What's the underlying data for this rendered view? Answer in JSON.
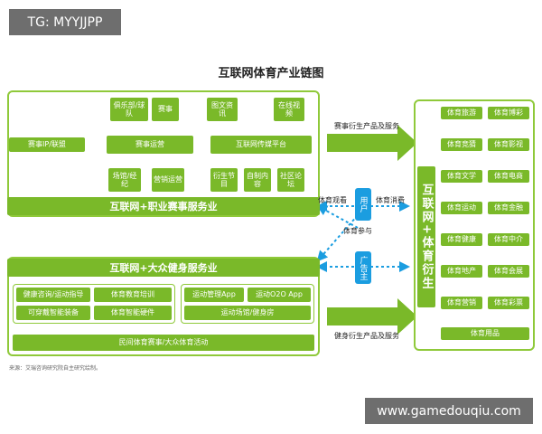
{
  "watermark_tag": "TG: MYYJJPP",
  "site_tag": "www.gamedouqiu.com",
  "diagram_title": "互联网体育产业链图",
  "top_section": {
    "boxes": [
      "俱乐部/球队",
      "赛事",
      "赛事IP/联盟",
      "赛事运营",
      "场馆/经纪",
      "营销运营",
      "图文资讯",
      "在线视频",
      "互联网传媒平台",
      "衍生节目",
      "自制内容",
      "社区论坛"
    ],
    "bar": "互联网+职业赛事服务业"
  },
  "bottom_section": {
    "bar": "互联网+大众健身服务业",
    "boxes": [
      "健康咨询/运动指导",
      "体育教育培训",
      "可穿戴智能装备",
      "体育智能硬件",
      "运动管理App",
      "运动O2O App",
      "运动场馆/健身房",
      "民间体育赛事/大众体育活动"
    ]
  },
  "center": {
    "user_node": "用户",
    "gov_node": "广告主",
    "labels": [
      "体育观看",
      "体育消费",
      "体育参与"
    ]
  },
  "arrows": {
    "top_label": "赛事衍生产品及服务",
    "bottom_label": "健身衍生产品及服务"
  },
  "right_section": {
    "vertical_title": "互联网+体育衍生",
    "items": [
      "体育旅游",
      "体育博彩",
      "体育竞猜",
      "体育影视",
      "体育文学",
      "体育电商",
      "体育运动",
      "体育金融",
      "体育健康",
      "体育中介",
      "体育地产",
      "体育会展",
      "体育营销",
      "体育彩票",
      "体育用品"
    ]
  },
  "source_note": "来源：艾瑞咨询研究院自主研究绘制。",
  "colors": {
    "green": "#7ab929",
    "blue": "#1b9de0",
    "gray": "#6e6e6e"
  }
}
